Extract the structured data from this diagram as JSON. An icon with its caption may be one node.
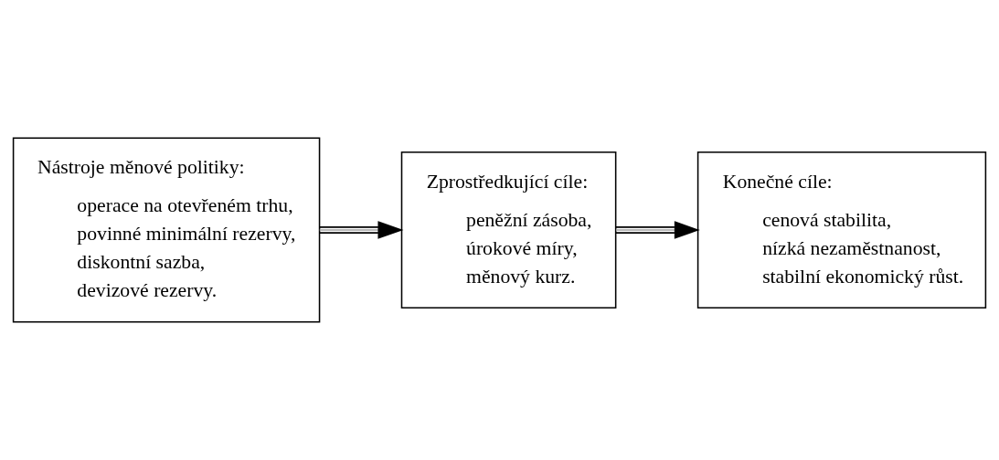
{
  "diagram": {
    "nodes": [
      {
        "text": [
          "Nástroje měnové politiky:",
          "operace na otevřeném trhu,",
          "povinné minimální rezervy,",
          "diskontní sazba,",
          "devizové rezervy."
        ]
      },
      {
        "text": [
          "Zprostředkující cíle:",
          "peněžní zásoba,",
          "úrokové míry,",
          "měnový kurz."
        ]
      },
      {
        "text": [
          "Konečné cíle:",
          "cenová stabilita,",
          "nízká nezaměstnanost,",
          "stabilní ekonomický růst."
        ]
      }
    ],
    "edges": [
      {
        "from": 0,
        "to": 1,
        "arrow": "to"
      },
      {
        "from": 1,
        "to": 2,
        "arrow": "to"
      }
    ]
  }
}
